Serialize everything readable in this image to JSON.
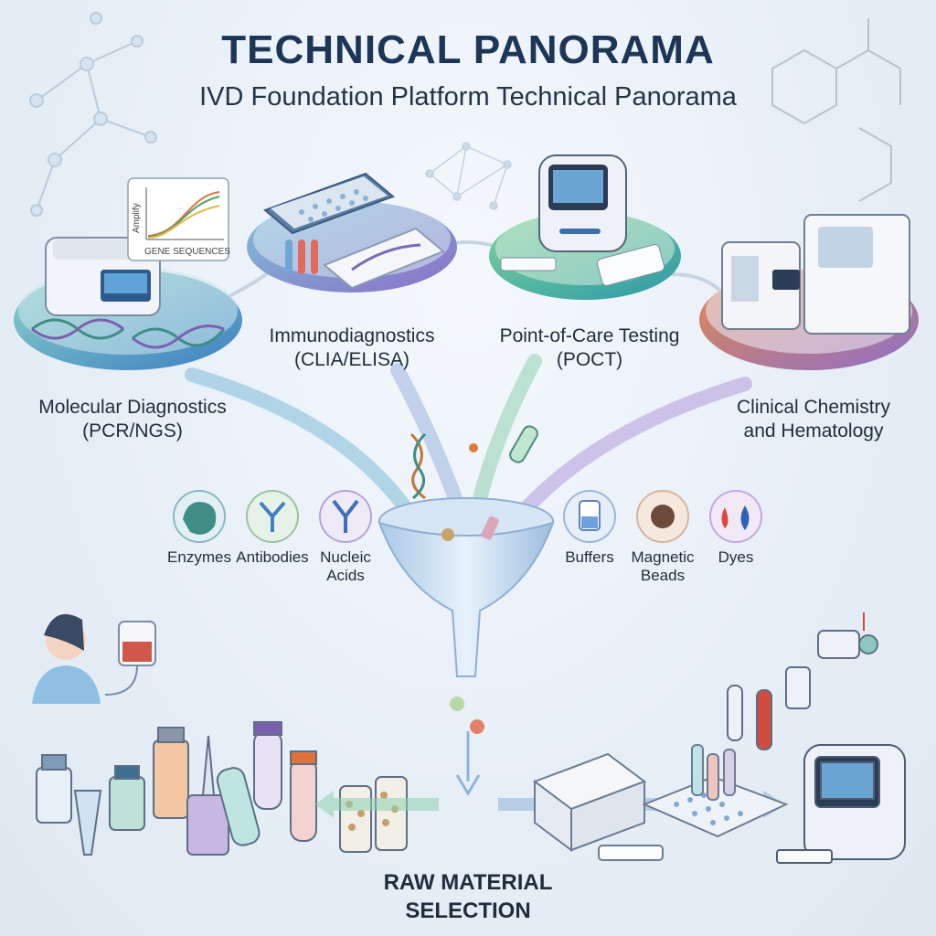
{
  "header": {
    "title": "TECHNICAL PANORAMA",
    "subtitle": "IVD Foundation Platform Technical Panorama"
  },
  "platforms": [
    {
      "line1": "Molecular Diagnostics",
      "line2": "(PCR/NGS)",
      "accent": "#3a8fb7"
    },
    {
      "line1": "Immunodiagnostics",
      "line2": "(CLIA/ELISA)",
      "accent": "#4f7fc7"
    },
    {
      "line1": "Point-of-Care Testing",
      "line2": "(POCT)",
      "accent": "#3fb08f"
    },
    {
      "line1": "Clinical Chemistry",
      "line2": "and Hematology",
      "accent": "#e07a3b"
    }
  ],
  "pcr_callout": {
    "axis_label": "Amplify",
    "caption": "GENE SEQUENCES"
  },
  "materials": [
    {
      "line1": "Enzymes",
      "line2": "",
      "icon": "enzyme-icon"
    },
    {
      "line1": "Antibodies",
      "line2": "",
      "icon": "antibody-icon"
    },
    {
      "line1": "Nucleic",
      "line2": "Acids",
      "icon": "nucleic-acid-icon"
    },
    {
      "line1": "Buffers",
      "line2": "",
      "icon": "buffer-bottle-icon"
    },
    {
      "line1": "Magnetic",
      "line2": "Beads",
      "icon": "magnetic-bead-icon"
    },
    {
      "line1": "Dyes",
      "line2": "",
      "icon": "dye-drops-icon"
    }
  ],
  "footer": {
    "line1": "RAW MATERIAL",
    "line2": "SELECTION"
  },
  "colors": {
    "title": "#1d3557",
    "teal": "#3aa6a0",
    "purple": "#8f7bc7",
    "blue": "#6f9fd8",
    "orange": "#e07a3b"
  }
}
